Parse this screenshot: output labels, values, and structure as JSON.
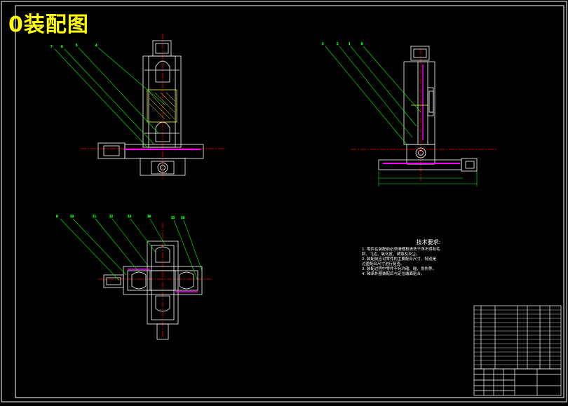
{
  "drawing": {
    "title": "0装配图",
    "technical_requirements": {
      "heading": "技术要求:",
      "notes": [
        "1. 零件在装配前必须清理和清洗干净不得有毛\n刺、飞边、氧化皮、锈蚀及灰尘。",
        "2. 装配前应对零件的主要配合尺寸、特别是\n过盈配合尺寸进行复查。",
        "3. 装配过程中零件不允许磕、碰、划伤等。",
        "4. 轴承外圈装配后与定位端面贴合。"
      ]
    }
  },
  "colors": {
    "background": "#000000",
    "frame": "#ffffff",
    "title": "#ffff00",
    "centerline": "#ff0000",
    "leader": "#00ff00",
    "highlight": "#ff00ff",
    "body": "#ffffff"
  }
}
